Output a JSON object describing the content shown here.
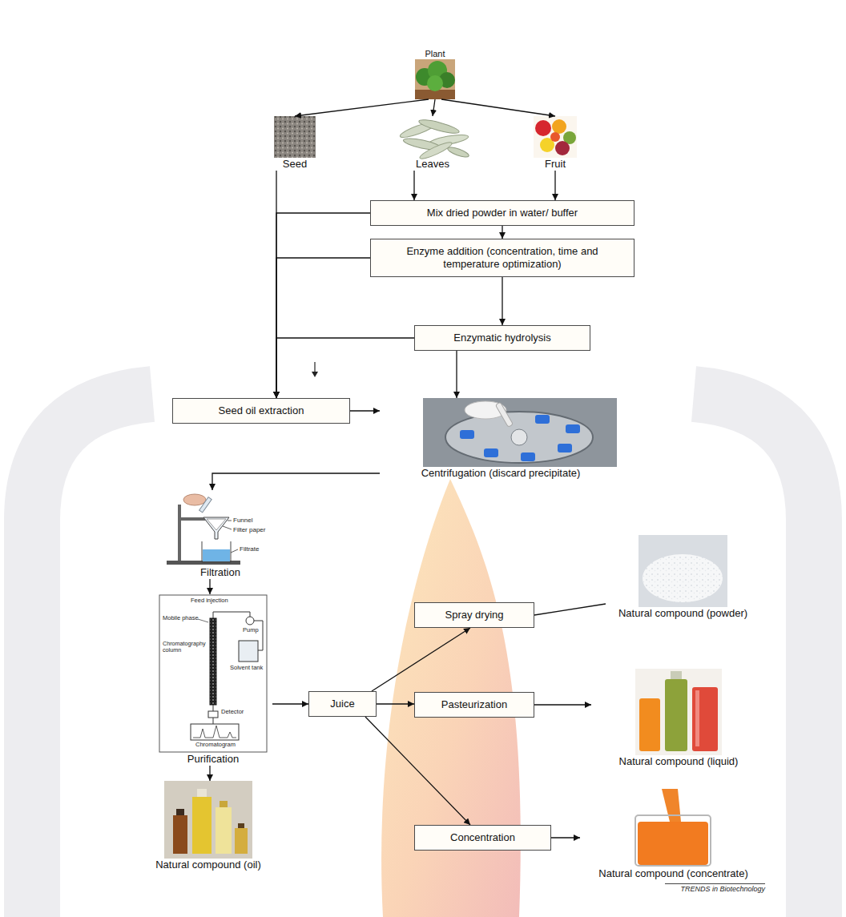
{
  "diagram": {
    "nodes": [
      {
        "text": [
          "Plant"
        ]
      },
      {
        "text": [
          "Seed"
        ]
      },
      {
        "text": [
          "Leaves"
        ]
      },
      {
        "text": [
          "Fruit"
        ]
      },
      {
        "text": [
          "Mix dried powder in water/ buffer"
        ]
      },
      {
        "text": [
          "Enzyme addition (concentration, time and temperature optimization)"
        ]
      },
      {
        "text": [
          "Enzymatic hydrolysis"
        ]
      },
      {
        "text": [
          "Seed oil extraction"
        ]
      },
      {
        "text": [
          "Centrifugation (discard precipitate)"
        ]
      },
      {
        "text": [
          "Filtration"
        ]
      },
      {
        "text": [
          "Natural compound (powder)"
        ]
      },
      {
        "text": [
          "Spray drying"
        ]
      },
      {
        "text": [
          "Purification"
        ]
      },
      {
        "text": [
          "Juice"
        ]
      },
      {
        "text": [
          "Pasteurization"
        ]
      },
      {
        "text": [
          "Natural compound (liquid)"
        ]
      },
      {
        "text": [
          "Concentration"
        ]
      },
      {
        "text": [
          "Natural compound (oil)"
        ]
      },
      {
        "text": [
          "Natural compound (concentrate)"
        ]
      }
    ],
    "edges": [
      {
        "from": 0,
        "to": 1,
        "arrow": "to"
      },
      {
        "from": 0,
        "to": 2,
        "arrow": "to"
      },
      {
        "from": 0,
        "to": 3,
        "arrow": "to"
      },
      {
        "from": 2,
        "to": 4,
        "arrow": "to"
      },
      {
        "from": 3,
        "to": 4,
        "arrow": "to"
      },
      {
        "from": 4,
        "to": 5,
        "arrow": "to"
      },
      {
        "from": 5,
        "to": 6,
        "arrow": "to"
      },
      {
        "from": 1,
        "to": 7,
        "arrow": "to"
      },
      {
        "from": 4,
        "to": 7,
        "arrow": "to"
      },
      {
        "from": 5,
        "to": 7,
        "arrow": "to"
      },
      {
        "from": 6,
        "to": 7,
        "arrow": "to"
      },
      {
        "from": 6,
        "to": 8,
        "arrow": "to"
      },
      {
        "from": 7,
        "to": 8,
        "arrow": "to"
      },
      {
        "from": 8,
        "to": 9,
        "arrow": "to"
      },
      {
        "from": 9,
        "to": 12,
        "arrow": "to"
      },
      {
        "from": 12,
        "to": 13,
        "arrow": "to"
      },
      {
        "from": 12,
        "to": 17,
        "arrow": "to"
      },
      {
        "from": 13,
        "to": 11,
        "arrow": "to"
      },
      {
        "from": 13,
        "to": 14,
        "arrow": "to"
      },
      {
        "from": 13,
        "to": 16,
        "arrow": "to"
      },
      {
        "from": 11,
        "to": 10,
        "arrow": "none"
      },
      {
        "from": 14,
        "to": 15,
        "arrow": "to"
      },
      {
        "from": 16,
        "to": 18,
        "arrow": "to"
      }
    ],
    "labels": [
      "Funnel",
      "Filter paper",
      "Filtrate",
      "Feed injection",
      "Mobile phase",
      "Pump",
      "Chromatography column",
      "Detector",
      "Solvent tank",
      "Chromatogram",
      "TRENDS in Biotechnology"
    ]
  }
}
